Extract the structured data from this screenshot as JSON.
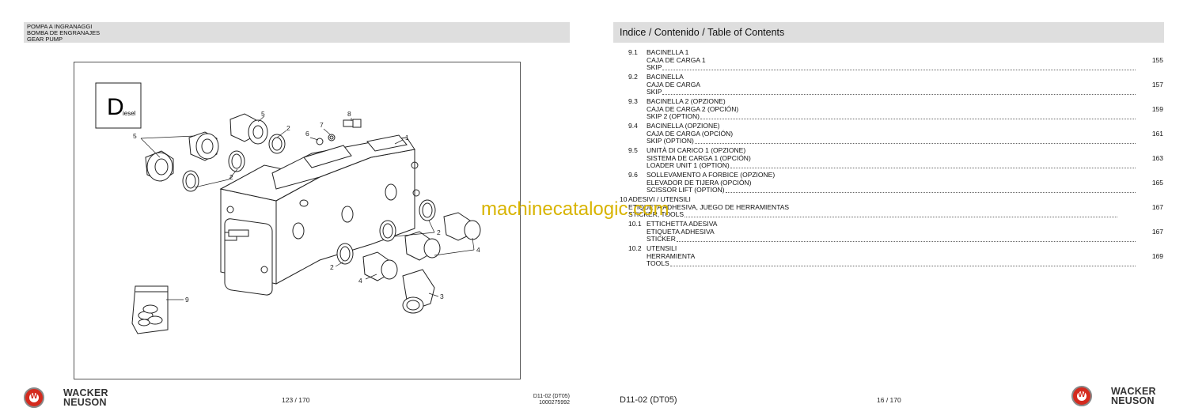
{
  "left_page": {
    "header_lines": [
      "POMPA A INGRANAGGI",
      "BOMBA DE ENGRANAJES",
      "GEAR PUMP"
    ],
    "figure": {
      "badge_letter": "D",
      "badge_suffix": "iesel",
      "callouts": [
        "1",
        "2",
        "2",
        "2",
        "2",
        "3",
        "4",
        "4",
        "5",
        "5",
        "6",
        "7",
        "8",
        "9"
      ]
    },
    "brand": [
      "WACKER",
      "NEUSON"
    ],
    "page_number": "123 / 170",
    "doc_code": [
      "D11-02 (DT05)",
      "1000275992"
    ]
  },
  "right_page": {
    "header_title": "Indice / Contenido / Table of Contents",
    "toc": [
      {
        "num": "9.1",
        "lines": [
          "BACINELLA 1",
          "CAJA DE CARGA 1",
          "SKIP"
        ],
        "page": "155"
      },
      {
        "num": "9.2",
        "lines": [
          "BACINELLA",
          "CAJA DE CARGA",
          "SKIP"
        ],
        "page": "157"
      },
      {
        "num": "9.3",
        "lines": [
          "BACINELLA 2 (OPZIONE)",
          "CAJA DE CARGA 2 (OPCIÓN)",
          "SKIP 2 (OPTION)"
        ],
        "page": "159"
      },
      {
        "num": "9.4",
        "lines": [
          "BACINELLA (OPZIONE)",
          "CAJA DE CARGA (OPCIÓN)",
          "SKIP (OPTION)"
        ],
        "page": "161"
      },
      {
        "num": "9.5",
        "lines": [
          "UNITÀ DI CARICO 1 (OPZIONE)",
          "SISTEMA DE CARGA 1 (OPCIÓN)",
          "LOADER UNIT 1 (OPTION)"
        ],
        "page": "163"
      },
      {
        "num": "9.6",
        "lines": [
          "SOLLEVAMENTO A FORBICE (OPZIONE)",
          "ELEVADOR DE TIJERA (OPCIÓN)",
          "SCISSOR LIFT (OPTION)"
        ],
        "page": "165"
      },
      {
        "num": "10",
        "major": true,
        "lines": [
          "ADESIVI / UTENSILI",
          "ETIQUETA ADHESIVA, JUEGO DE HERRAMIENTAS",
          "STICKER, TOOLS"
        ],
        "page": "167"
      },
      {
        "num": "10.1",
        "lines": [
          "ETTICHETTA ADESIVA",
          "ETIQUETA ADHESIVA",
          "STICKER"
        ],
        "page": "167"
      },
      {
        "num": "10.2",
        "lines": [
          "UTENSILI",
          "HERRAMIENTA",
          "TOOLS"
        ],
        "page": "169"
      }
    ],
    "doc_code": "D11-02 (DT05)",
    "page_number": "16 / 170",
    "brand": [
      "WACKER",
      "NEUSON"
    ]
  },
  "watermark": "machinecatalogic.com",
  "colors": {
    "header_bg": "#dedede",
    "brand_red": "#d42a1e",
    "watermark": "#d8b400"
  }
}
